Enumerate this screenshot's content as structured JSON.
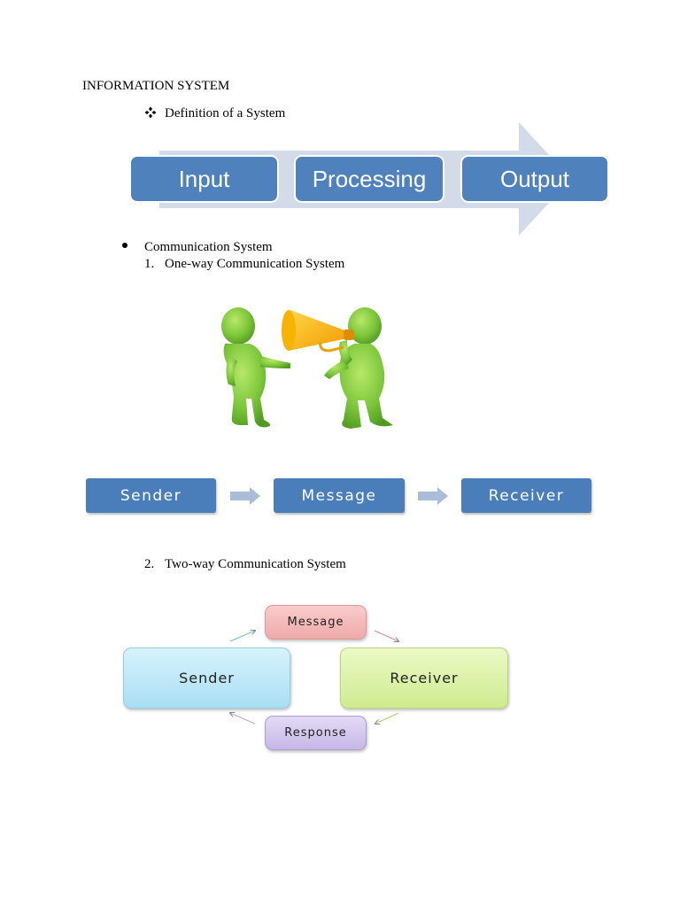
{
  "heading": "INFORMATION SYSTEM",
  "definition": {
    "bullet_icon": "diamond-bullet-icon",
    "text": "Definition of a System"
  },
  "ipo_diagram": {
    "steps": [
      "Input",
      "Processing",
      "Output"
    ],
    "box_color": "#4f81bd",
    "arrow_color": "#d3dbe8"
  },
  "communication": {
    "bullet_icon": "round-bullet-icon",
    "title": "Communication System",
    "one_way": {
      "number": "1.",
      "title": "One-way Communication System",
      "illustration": "megaphone-figures-illustration",
      "flow": [
        "Sender",
        "Message",
        "Receiver"
      ],
      "box_color": "#4a7ebb"
    },
    "two_way": {
      "number": "2.",
      "title": "Two-way Communication System",
      "cycle": {
        "message": "Message",
        "sender": "Sender",
        "receiver": "Receiver",
        "response": "Response"
      },
      "colors": {
        "message": "#f2b6b6",
        "sender": "#bfe8f7",
        "receiver": "#ddf2a8",
        "response": "#d2c6ec"
      }
    }
  }
}
